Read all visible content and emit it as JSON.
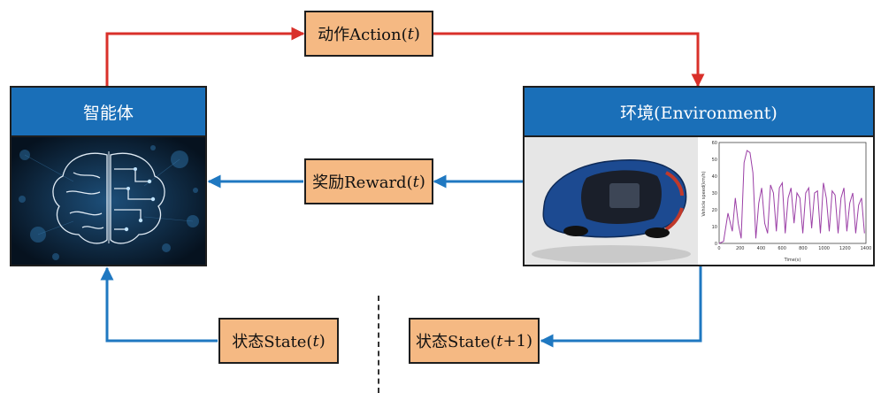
{
  "agent": {
    "title": "智能体",
    "image": "brain-circuit-illustration"
  },
  "environment": {
    "title": "环境(Environment)",
    "photo": "blue-sports-car-top-view",
    "plot": {
      "ylabel": "Vehicle speed(km/h)",
      "xlabel": "Time(s)",
      "y_ticks": [
        "0",
        "10",
        "20",
        "30",
        "40",
        "50",
        "60"
      ],
      "x_ticks": [
        "0",
        "200",
        "400",
        "600",
        "800",
        "1000",
        "1200",
        "1400"
      ],
      "line_color": "#9b3fa6"
    }
  },
  "labels": {
    "action": {
      "prefix": "动作Action(",
      "var": "t",
      "suffix": ")"
    },
    "reward": {
      "prefix": "奖励Reward(",
      "var": "t",
      "suffix": ")"
    },
    "state_t": {
      "prefix": "状态State(",
      "var": "t",
      "suffix": ")"
    },
    "state_t1": {
      "prefix": "状态State(",
      "var": "t",
      "suffix": "+1)"
    }
  },
  "colors": {
    "action_arrow": "#d9302a",
    "reward_arrow": "#1f78c1",
    "state_arrow": "#1f78c1",
    "label_fill": "#f5b983",
    "panel_header": "#1a6fb8"
  }
}
